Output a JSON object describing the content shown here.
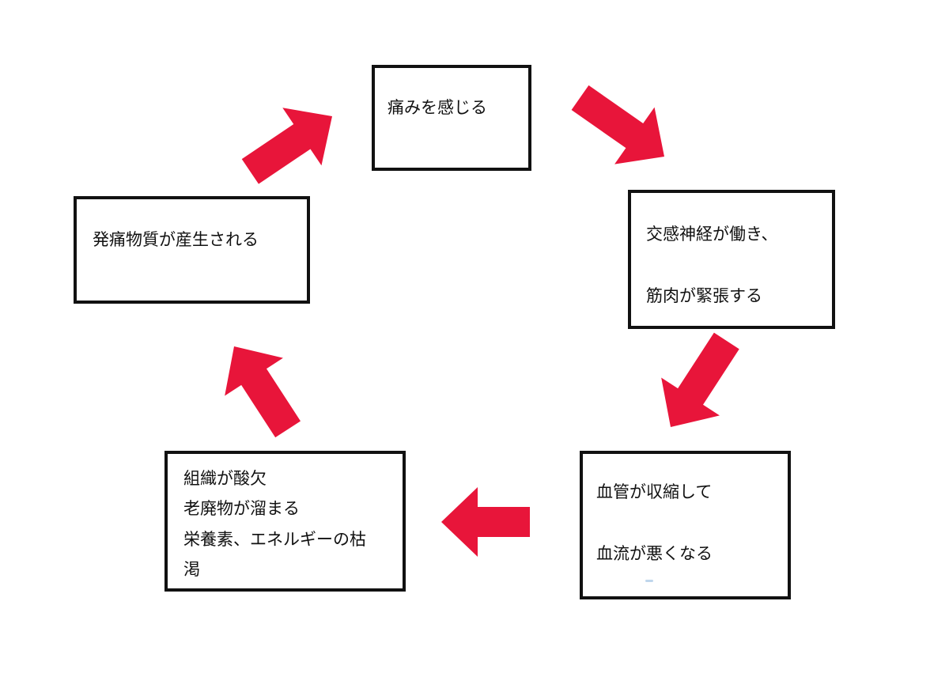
{
  "diagram": {
    "accent_color": "#e8153a",
    "nodes": {
      "pain": {
        "lines": [
          "痛みを感じる"
        ]
      },
      "sympathetic": {
        "lines": [
          "交感神経が働き、",
          "筋肉が緊張する"
        ]
      },
      "vasoconstriction": {
        "lines": [
          "血管が収縮して",
          "血流が悪くなる"
        ]
      },
      "tissue": {
        "lines": [
          "組織が酸欠",
          "老廃物が溜まる",
          "栄養素、エネルギーの枯",
          "渇"
        ]
      },
      "pain_substances": {
        "lines": [
          "発痛物質が産生される"
        ]
      }
    }
  }
}
